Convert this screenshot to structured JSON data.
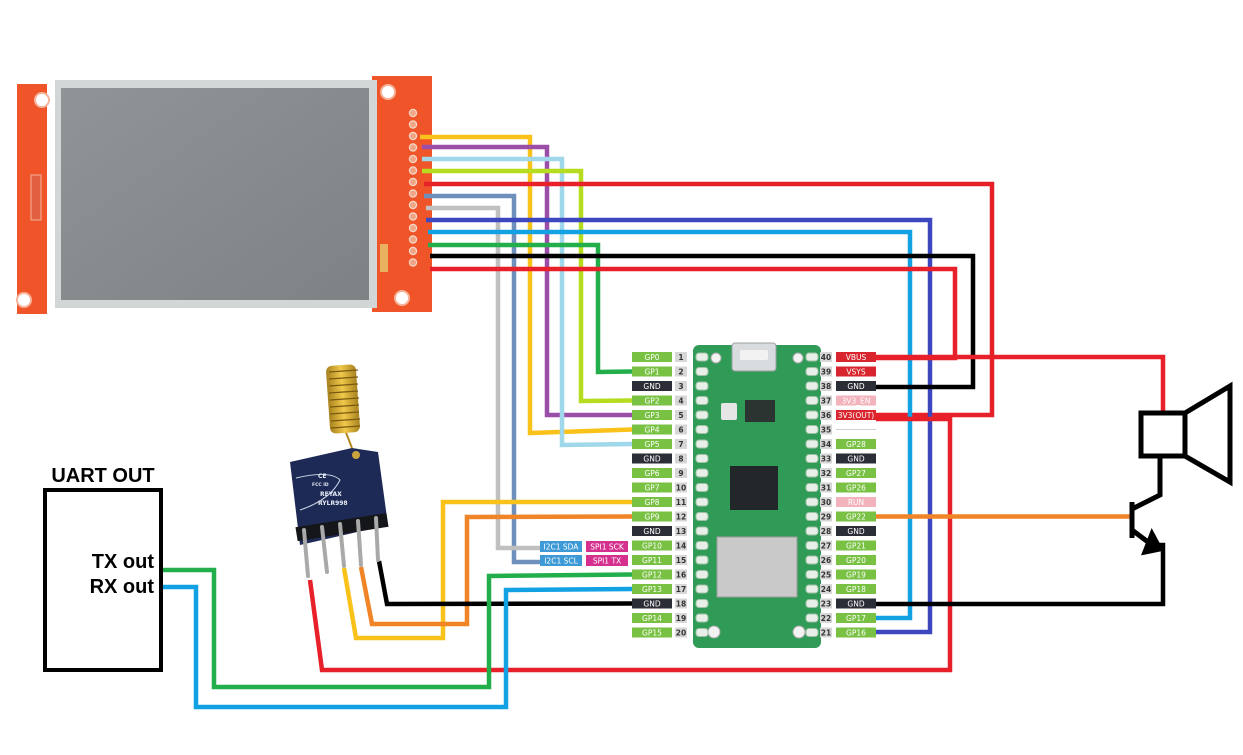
{
  "title": "Raspberry Pi Pico W wiring diagram: SPI TFT display, REYAX RYLR998 LoRa module, UART output and transistor-driven speaker",
  "colors": {
    "wire_red": "#e8202a",
    "wire_black": "#000000",
    "wire_yellow": "#f9c21a",
    "wire_purple": "#9b4ea8",
    "wire_lightblue": "#9fd8ea",
    "wire_lime": "#b5dc1e",
    "wire_steelblue": "#6f8fbd",
    "wire_gray": "#c0c0c0",
    "wire_darkblue": "#3d48c0",
    "wire_skyblue": "#12a1e3",
    "wire_green": "#22ae4a",
    "wire_orange": "#f08427",
    "pin_gp": "#79c143",
    "pin_gnd": "#2b2e36",
    "pin_power": "#d9262e",
    "pin_pink": "#f2b3bd",
    "alt_i2c": "#3d9ad6",
    "alt_spi": "#d6308f",
    "board_green": "#2f9b57",
    "tft_pcb": "#f0552a"
  },
  "components": {
    "display": {
      "name": "SPI TFT display module",
      "pin_count": 14
    },
    "lora": {
      "brand": "REYAX",
      "model": "RYLR998",
      "cert_line1": "CE",
      "cert_line2": "FCC ID",
      "pin_count": 5
    },
    "pico": {
      "name": "Raspberry Pi Pico W"
    },
    "uart": {
      "title": "UART OUT",
      "tx_label": "TX out",
      "rx_label": "RX out"
    },
    "speaker": {
      "name": "speaker"
    },
    "transistor": {
      "name": "NPN transistor"
    }
  },
  "pico_pins_left": [
    {
      "num": "1",
      "label": "GP0",
      "type": "gp"
    },
    {
      "num": "2",
      "label": "GP1",
      "type": "gp"
    },
    {
      "num": "3",
      "label": "GND",
      "type": "gnd"
    },
    {
      "num": "4",
      "label": "GP2",
      "type": "gp"
    },
    {
      "num": "5",
      "label": "GP3",
      "type": "gp"
    },
    {
      "num": "6",
      "label": "GP4",
      "type": "gp"
    },
    {
      "num": "7",
      "label": "GP5",
      "type": "gp"
    },
    {
      "num": "8",
      "label": "GND",
      "type": "gnd"
    },
    {
      "num": "9",
      "label": "GP6",
      "type": "gp"
    },
    {
      "num": "10",
      "label": "GP7",
      "type": "gp"
    },
    {
      "num": "11",
      "label": "GP8",
      "type": "gp"
    },
    {
      "num": "12",
      "label": "GP9",
      "type": "gp"
    },
    {
      "num": "13",
      "label": "GND",
      "type": "gnd"
    },
    {
      "num": "14",
      "label": "GP10",
      "type": "gp",
      "alt": [
        "I2C1 SDA",
        "SPI1 SCK"
      ]
    },
    {
      "num": "15",
      "label": "GP11",
      "type": "gp",
      "alt": [
        "I2C1 SCL",
        "SPI1 TX"
      ]
    },
    {
      "num": "16",
      "label": "GP12",
      "type": "gp"
    },
    {
      "num": "17",
      "label": "GP13",
      "type": "gp"
    },
    {
      "num": "18",
      "label": "GND",
      "type": "gnd"
    },
    {
      "num": "19",
      "label": "GP14",
      "type": "gp"
    },
    {
      "num": "20",
      "label": "GP15",
      "type": "gp"
    }
  ],
  "pico_pins_right": [
    {
      "num": "40",
      "label": "VBUS",
      "type": "power"
    },
    {
      "num": "39",
      "label": "VSYS",
      "type": "power"
    },
    {
      "num": "38",
      "label": "GND",
      "type": "gnd"
    },
    {
      "num": "37",
      "label": "3V3_EN",
      "type": "pink"
    },
    {
      "num": "36",
      "label": "3V3(OUT)",
      "type": "power"
    },
    {
      "num": "35",
      "label": "",
      "type": "none"
    },
    {
      "num": "34",
      "label": "GP28",
      "type": "gp"
    },
    {
      "num": "33",
      "label": "GND",
      "type": "gnd"
    },
    {
      "num": "32",
      "label": "GP27",
      "type": "gp"
    },
    {
      "num": "31",
      "label": "GP26",
      "type": "gp"
    },
    {
      "num": "30",
      "label": "RUN",
      "type": "pink"
    },
    {
      "num": "29",
      "label": "GP22",
      "type": "gp"
    },
    {
      "num": "28",
      "label": "GND",
      "type": "gnd"
    },
    {
      "num": "27",
      "label": "GP21",
      "type": "gp"
    },
    {
      "num": "26",
      "label": "GP20",
      "type": "gp"
    },
    {
      "num": "25",
      "label": "GP19",
      "type": "gp"
    },
    {
      "num": "24",
      "label": "GP18",
      "type": "gp"
    },
    {
      "num": "23",
      "label": "GND",
      "type": "gnd"
    },
    {
      "num": "22",
      "label": "GP17",
      "type": "gp"
    },
    {
      "num": "21",
      "label": "GP16",
      "type": "gp"
    }
  ],
  "connections": [
    {
      "from": "display pin 3",
      "to": "GP4",
      "color": "wire_yellow"
    },
    {
      "from": "display pin 4",
      "to": "GP3",
      "color": "wire_purple"
    },
    {
      "from": "display pin 5",
      "to": "GP5",
      "color": "wire_lightblue"
    },
    {
      "from": "display pin 6",
      "to": "GP2",
      "color": "wire_lime"
    },
    {
      "from": "display pin 7",
      "to": "3V3(OUT)",
      "color": "wire_red"
    },
    {
      "from": "display pin 8",
      "to": "GP11",
      "color": "wire_steelblue"
    },
    {
      "from": "display pin 9",
      "to": "GP10",
      "color": "wire_gray"
    },
    {
      "from": "display pin 10",
      "to": "GP16",
      "color": "wire_darkblue"
    },
    {
      "from": "display pin 11",
      "to": "GP17",
      "color": "wire_skyblue"
    },
    {
      "from": "display pin 12",
      "to": "GP1",
      "color": "wire_green"
    },
    {
      "from": "display pin 13",
      "to": "GND (38)",
      "color": "wire_black"
    },
    {
      "from": "display pin 14",
      "to": "VBUS",
      "color": "wire_red"
    },
    {
      "from": "LoRa VCC",
      "to": "3V3(OUT)",
      "color": "wire_red"
    },
    {
      "from": "LoRa TX",
      "to": "GP8",
      "color": "wire_yellow"
    },
    {
      "from": "LoRa RX",
      "to": "GP9",
      "color": "wire_orange"
    },
    {
      "from": "LoRa GND",
      "to": "GND (18)",
      "color": "wire_black"
    },
    {
      "from": "UART TX out",
      "to": "GP12",
      "color": "wire_green"
    },
    {
      "from": "UART RX out",
      "to": "GP13",
      "color": "wire_skyblue"
    },
    {
      "from": "GP22",
      "to": "transistor base",
      "color": "wire_orange"
    },
    {
      "from": "VBUS",
      "to": "speaker +",
      "color": "wire_red"
    },
    {
      "from": "transistor emitter",
      "to": "GND (23)",
      "color": "wire_black"
    }
  ]
}
